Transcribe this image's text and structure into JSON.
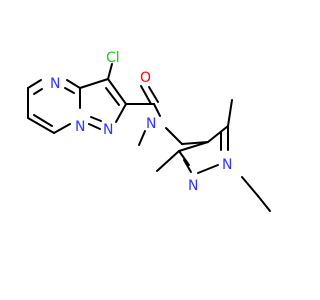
{
  "molecule": {
    "colors": {
      "carbon": "#000000",
      "nitrogen": "#3333ff",
      "oxygen": "#ff0000",
      "chlorine": "#1ec81e",
      "background": "#ffffff"
    },
    "atoms": {
      "cl": "Cl",
      "o": "O",
      "n_pyrimidine": "N",
      "n_bridge": "N",
      "n_pyrazole_ring1": "N",
      "n_amide": "N",
      "n_pyrazole_ring2_a": "N",
      "n_pyrazole_ring2_b": "N"
    }
  }
}
